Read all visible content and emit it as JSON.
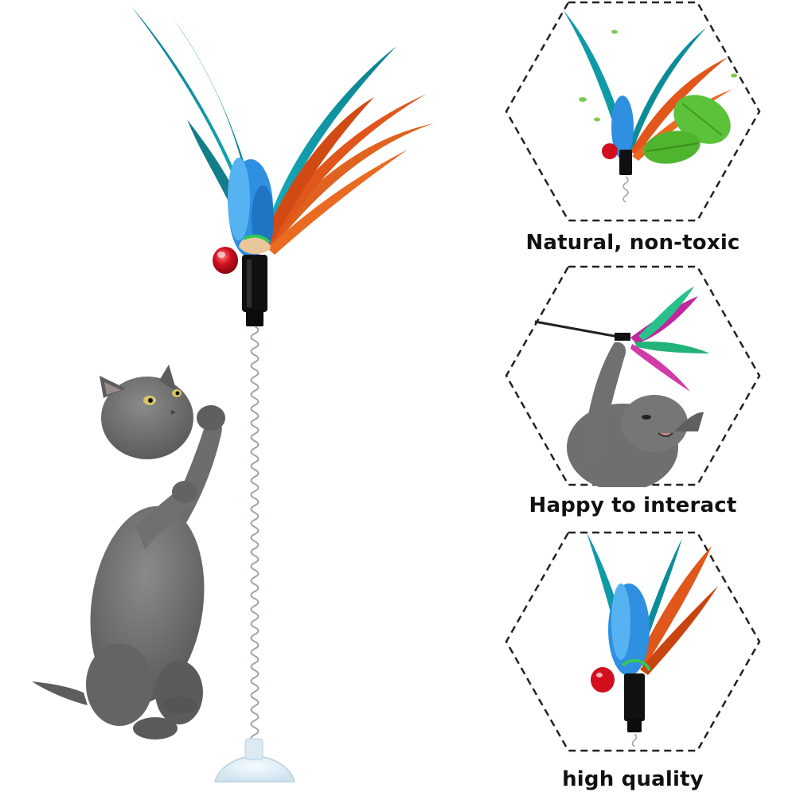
{
  "features": [
    {
      "caption": "Natural, non-toxic"
    },
    {
      "caption": "Happy to interact"
    },
    {
      "caption": "high quality"
    }
  ],
  "colors": {
    "feather_teal": "#0e9aa7",
    "feather_blue": "#2f8fe0",
    "feather_orange": "#e0561b",
    "feather_magenta": "#c0279c",
    "feather_green": "#22b37a",
    "bell_red": "#d10f1f",
    "kitten_gray": "#6f6f70",
    "leaf_green": "#5cc23a",
    "dash_border": "#222222"
  },
  "icons": {
    "main": "feather-spring-toy-with-kitten",
    "panel_1": "feather-with-leaves-icon",
    "panel_2": "kitten-playing-with-wand-icon",
    "panel_3": "feather-closeup-icon"
  }
}
